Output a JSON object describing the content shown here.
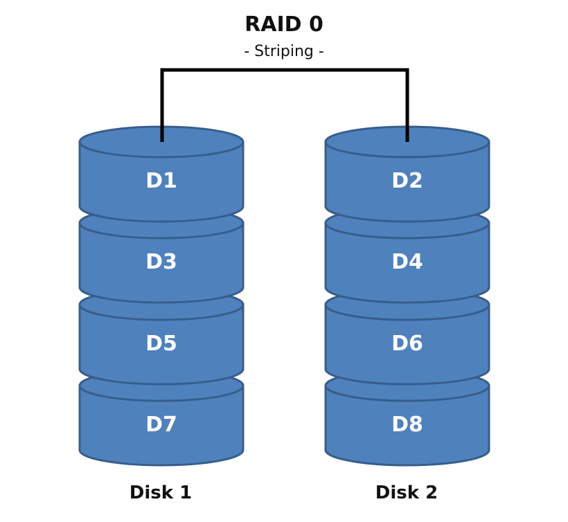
{
  "title": "RAID 0",
  "subtitle": "- Striping -",
  "colors": {
    "cylinder_fill": "#4f81bd",
    "cylinder_stroke": "#385d8a",
    "connector": "#000000"
  },
  "disks": [
    {
      "label": "Disk 1",
      "blocks": [
        "D1",
        "D3",
        "D5",
        "D7"
      ]
    },
    {
      "label": "Disk 2",
      "blocks": [
        "D2",
        "D4",
        "D6",
        "D8"
      ]
    }
  ]
}
